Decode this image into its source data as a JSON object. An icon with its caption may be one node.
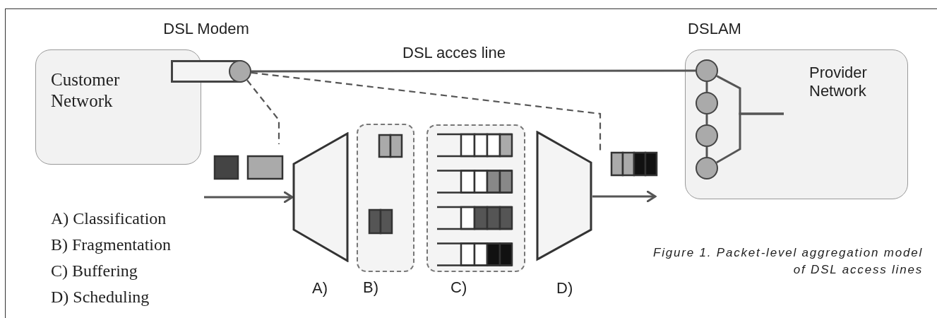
{
  "diagram": {
    "caption": "Figure 1. Packet-level aggregation model of DSL access lines",
    "nodes": [
      {
        "text": [
          "DSL Modem"
        ]
      },
      {
        "text": [],
        "shape": "circle"
      },
      {
        "text": [
          "Customer Network"
        ]
      },
      {
        "text": [
          "DSLAM",
          "Provider Network"
        ]
      },
      {
        "text": [],
        "shape": "circle",
        "in": 3
      },
      {
        "text": [],
        "shape": "circle",
        "in": 3
      },
      {
        "text": [],
        "shape": "circle",
        "in": 3
      },
      {
        "text": [],
        "shape": "circle",
        "in": 3
      },
      {
        "text": [],
        "shape": "trapezoid",
        "beside": [
          "A)"
        ]
      },
      {
        "text": [],
        "shape": "box",
        "beside": [
          "B)"
        ]
      },
      {
        "text": [],
        "shape": "box",
        "beside": [
          "C)"
        ]
      },
      {
        "text": [],
        "shape": "trapezoid",
        "beside": [
          "D)"
        ]
      }
    ],
    "edges": [
      {
        "from": 1,
        "to": 4,
        "arrow": "none",
        "label": "DSL acces line"
      },
      {
        "from": 4,
        "to": 5,
        "arrow": "none"
      },
      {
        "from": 5,
        "to": 6,
        "arrow": "none"
      },
      {
        "from": 6,
        "to": 7,
        "arrow": "none"
      },
      {
        "from": null,
        "to": 8,
        "arrow": "to"
      },
      {
        "from": 11,
        "to": null,
        "arrow": "to"
      },
      {
        "from": 1,
        "to": null,
        "arrow": "none",
        "style": "dashed"
      },
      {
        "from": 1,
        "to": null,
        "arrow": "none",
        "style": "dashed"
      },
      {
        "from": 4,
        "to": null,
        "arrow": "none"
      },
      {
        "from": 7,
        "to": null,
        "arrow": "none"
      }
    ],
    "labels": [
      "A) Classification",
      "B) Fragmentation",
      "C) Buffering",
      "D) Scheduling"
    ]
  }
}
